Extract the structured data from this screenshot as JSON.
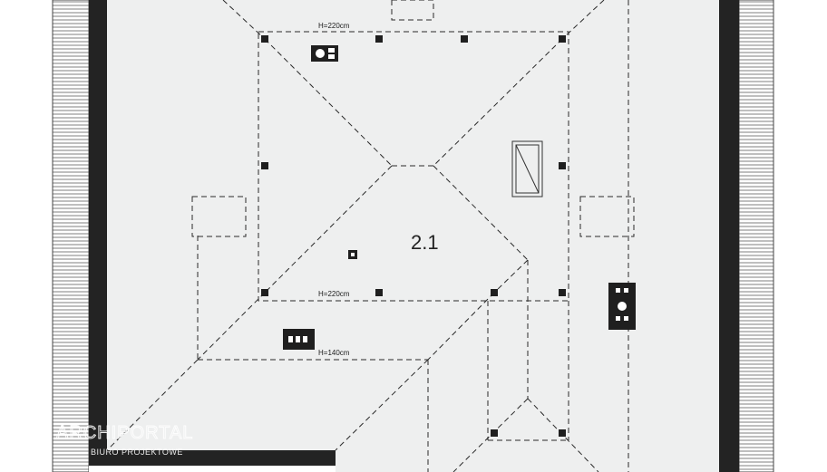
{
  "plan": {
    "room_number": "2.1",
    "height_labels": {
      "top": "H=220cm",
      "middle": "H=220cm",
      "lower": "H=140cm"
    },
    "colors": {
      "wall": "#232323",
      "floor": "#eeefef",
      "line": "#2a2a2a"
    }
  },
  "watermark": {
    "brand": "ARCHIPORTAL",
    "sub": "BIURO PROJEKTOWE"
  }
}
